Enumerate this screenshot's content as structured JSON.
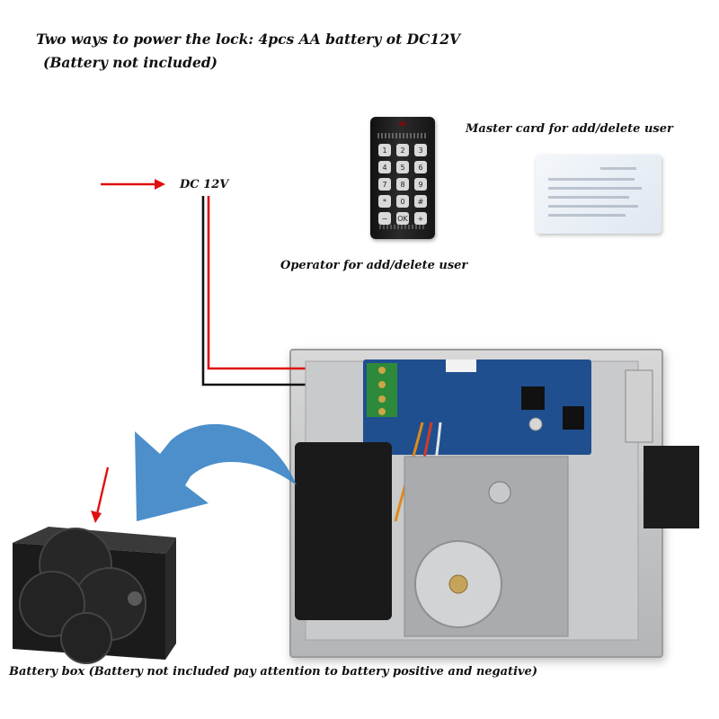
{
  "captions": {
    "headline": "Two ways to power the lock: 4pcs AA battery ot DC12V",
    "subline": "(Battery not included)",
    "dc": "DC 12V",
    "master_card": "Master card for add/delete user",
    "operator": "Operator for add/delete user",
    "battery_box": "Battery box (Battery not included pay attention to battery positive and negative)"
  },
  "remote": {
    "keys": [
      "1",
      "2",
      "3",
      "4",
      "5",
      "6",
      "7",
      "8",
      "9",
      "*",
      "0",
      "#",
      "−",
      "OK",
      "+"
    ]
  },
  "colors": {
    "wire_red": "#e01010",
    "wire_black": "#111111",
    "pcb_blue": "#1f4f8f",
    "curved_arrow_blue": "#3d86c6"
  }
}
